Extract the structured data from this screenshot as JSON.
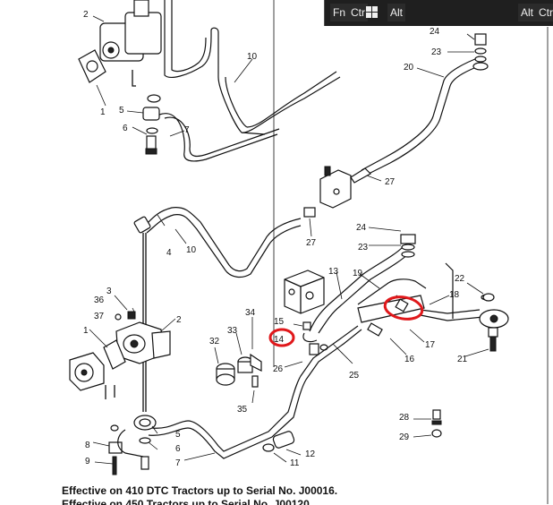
{
  "keyboard": {
    "fn": "Fn",
    "ctrl": "Ctr",
    "alt": "Alt",
    "alt_right": "Alt",
    "ctrl_right": "Ctr"
  },
  "callouts": {
    "c1": "1",
    "c2": "2",
    "c3": "3",
    "c4": "4",
    "c5": "5",
    "c6": "6",
    "c7": "7",
    "c8": "8",
    "c9": "9",
    "c10": "10",
    "c11": "11",
    "c12": "12",
    "c13": "13",
    "c14": "14",
    "c15": "15",
    "c16": "16",
    "c17": "17",
    "c18": "18",
    "c19": "19",
    "c20": "20",
    "c21": "21",
    "c22": "22",
    "c23": "23",
    "c24": "24",
    "c25": "25",
    "c26": "26",
    "c27": "27",
    "c28": "28",
    "c29": "29",
    "c32": "32",
    "c33": "33",
    "c34": "34",
    "c35": "35",
    "c36": "36",
    "c37": "37"
  },
  "footer": {
    "line1": "Effective on 410 DTC Tractors up to Serial No. J00016.",
    "line2": "Effective on 450 Tractors up to Serial No. J00120."
  },
  "colors": {
    "highlight": "#e0181b",
    "ink": "#111111",
    "paper": "#ffffff"
  }
}
